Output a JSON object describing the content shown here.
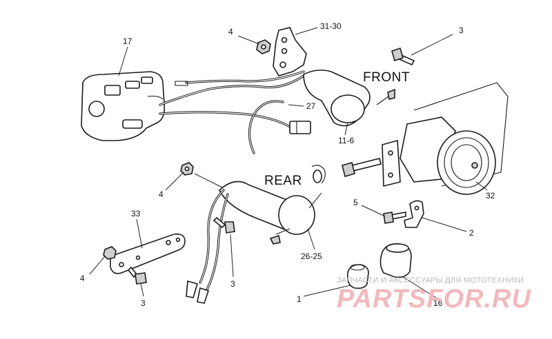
{
  "diagram": {
    "labels": {
      "front": "FRONT",
      "rear": "REAR"
    },
    "callouts": {
      "c17": "17",
      "c4_top": "4",
      "c31_30": "31-30",
      "c3_topright": "3",
      "c27": "27",
      "c11_6": "11-6",
      "c32": "32",
      "c4_mid": "4",
      "c33": "33",
      "c4_low": "4",
      "c3_low": "3",
      "c3_mid": "3",
      "c26_25": "26-25",
      "c5": "5",
      "c2": "2",
      "c1": "1",
      "c16": "16"
    }
  },
  "watermark": {
    "tagline": "ЗАПЧАСТИ И АКСЕССУАРЫ ДЛЯ МОТОТЕХНИКИ",
    "brand": "PARTSFOR.RU",
    "color": "#f2b9bd"
  }
}
